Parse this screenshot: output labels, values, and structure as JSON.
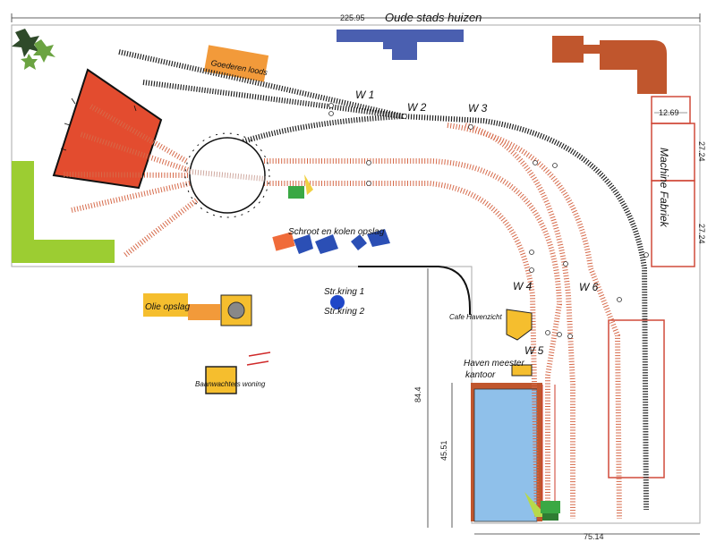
{
  "title": "Oude stads huizen",
  "dimensions": {
    "top_width": "225.95",
    "bottom_width": "75.14",
    "left_height": "84.4",
    "basin_height": "45.51",
    "factory_width": "12.69",
    "factory_seg_1": "27.24",
    "factory_seg_2": "27.24"
  },
  "labels": {
    "goederen_loods": "Goederen loods",
    "machine_fabriek": "Machine Fabriek",
    "schroot": "Schroot en kolen opslag",
    "olie": "Olie opslag",
    "str_kring_1": "Str.kring 1",
    "str_kring_2": "Str.kring 2",
    "cafe": "Cafe Havenzicht",
    "havenmeester": "Haven meester",
    "kantoor": "kantoor",
    "baanwachters": "Baanwachters woning"
  },
  "switches": [
    "W 1",
    "W 2",
    "W 3",
    "W 4",
    "W 5",
    "W 6"
  ],
  "colors": {
    "red_track": "#d66a4a",
    "black_track": "#222222",
    "loco_shed": "#e34c2f",
    "station": "#4a5fb0",
    "factory": "#c0562d",
    "yellow": "#f5be2e",
    "orange": "#f29a3a",
    "water": "#8fc0ea",
    "green": "#9ccd32"
  }
}
